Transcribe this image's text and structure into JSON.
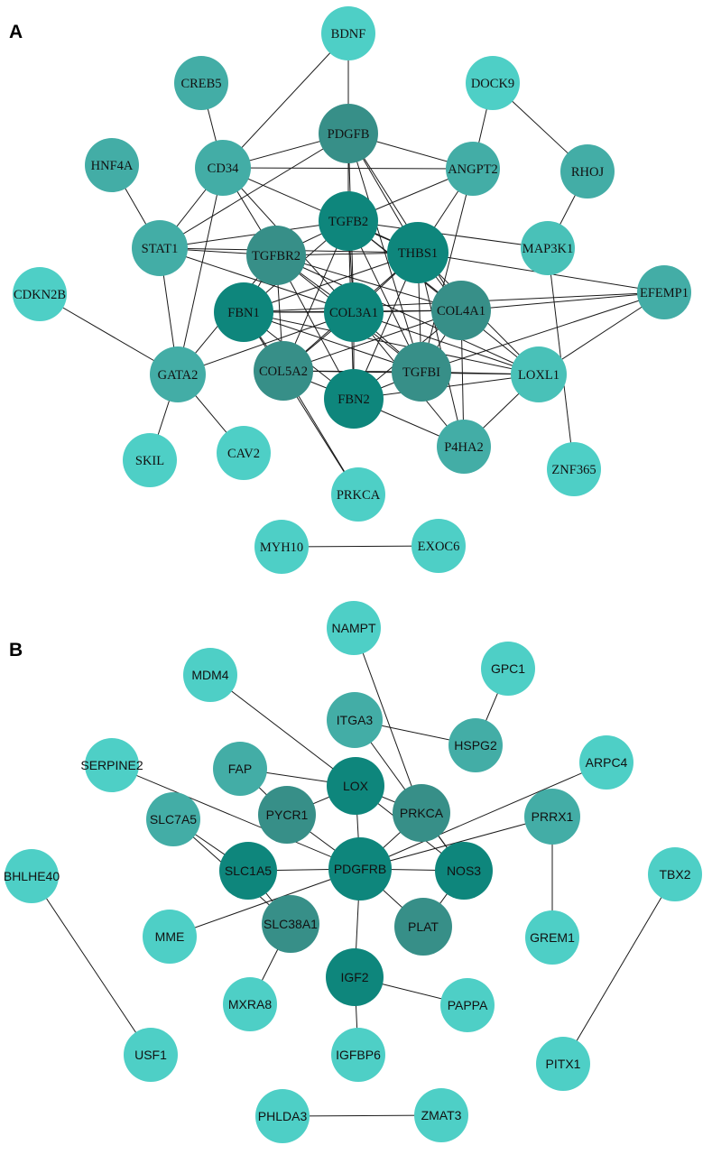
{
  "panels": [
    {
      "id": "A",
      "label": "A",
      "nodes": [
        {
          "id": "BDNF",
          "label": "BDNF",
          "tier": 0
        },
        {
          "id": "CREB5",
          "label": "CREB5",
          "tier": 2
        },
        {
          "id": "DOCK9",
          "label": "DOCK9",
          "tier": 0
        },
        {
          "id": "PDGFB",
          "label": "PDGFB",
          "tier": 3
        },
        {
          "id": "HNF4A",
          "label": "HNF4A",
          "tier": 2
        },
        {
          "id": "CD34",
          "label": "CD34",
          "tier": 2
        },
        {
          "id": "ANGPT2",
          "label": "ANGPT2",
          "tier": 2
        },
        {
          "id": "RHOJ",
          "label": "RHOJ",
          "tier": 2
        },
        {
          "id": "TGFB2",
          "label": "TGFB2",
          "tier": 4
        },
        {
          "id": "STAT1",
          "label": "STAT1",
          "tier": 2
        },
        {
          "id": "TGFBR2",
          "label": "TGFBR2",
          "tier": 3
        },
        {
          "id": "THBS1",
          "label": "THBS1",
          "tier": 4
        },
        {
          "id": "MAP3K1",
          "label": "MAP3K1",
          "tier": 1
        },
        {
          "id": "CDKN2B",
          "label": "CDKN2B",
          "tier": 0
        },
        {
          "id": "FBN1",
          "label": "FBN1",
          "tier": 4
        },
        {
          "id": "COL3A1",
          "label": "COL3A1",
          "tier": 4
        },
        {
          "id": "COL4A1",
          "label": "COL4A1",
          "tier": 3
        },
        {
          "id": "EFEMP1",
          "label": "EFEMP1",
          "tier": 2
        },
        {
          "id": "GATA2",
          "label": "GATA2",
          "tier": 2
        },
        {
          "id": "COL5A2",
          "label": "COL5A2",
          "tier": 3
        },
        {
          "id": "TGFBI",
          "label": "TGFBI",
          "tier": 3
        },
        {
          "id": "LOXL1",
          "label": "LOXL1",
          "tier": 1
        },
        {
          "id": "FBN2",
          "label": "FBN2",
          "tier": 4
        },
        {
          "id": "SKIL",
          "label": "SKIL",
          "tier": 0
        },
        {
          "id": "CAV2",
          "label": "CAV2",
          "tier": 0
        },
        {
          "id": "P4HA2",
          "label": "P4HA2",
          "tier": 2
        },
        {
          "id": "ZNF365",
          "label": "ZNF365",
          "tier": 0
        },
        {
          "id": "PRKCA",
          "label": "PRKCA",
          "tier": 0
        },
        {
          "id": "MYH10",
          "label": "MYH10",
          "tier": 0
        },
        {
          "id": "EXOC6",
          "label": "EXOC6",
          "tier": 0
        }
      ],
      "edges": [
        [
          "BDNF",
          "CD34"
        ],
        [
          "BDNF",
          "PDGFB"
        ],
        [
          "CREB5",
          "CD34"
        ],
        [
          "DOCK9",
          "ANGPT2"
        ],
        [
          "DOCK9",
          "RHOJ"
        ],
        [
          "RHOJ",
          "MAP3K1"
        ],
        [
          "HNF4A",
          "STAT1"
        ],
        [
          "CD34",
          "PDGFB"
        ],
        [
          "CD34",
          "ANGPT2"
        ],
        [
          "CD34",
          "STAT1"
        ],
        [
          "CD34",
          "GATA2"
        ],
        [
          "CD34",
          "TGFBR2"
        ],
        [
          "CD34",
          "THBS1"
        ],
        [
          "CD34",
          "COL3A1"
        ],
        [
          "PDGFB",
          "ANGPT2"
        ],
        [
          "PDGFB",
          "TGFB2"
        ],
        [
          "PDGFB",
          "THBS1"
        ],
        [
          "PDGFB",
          "COL3A1"
        ],
        [
          "PDGFB",
          "COL4A1"
        ],
        [
          "PDGFB",
          "STAT1"
        ],
        [
          "PDGFB",
          "TGFBI"
        ],
        [
          "ANGPT2",
          "TGFB2"
        ],
        [
          "ANGPT2",
          "THBS1"
        ],
        [
          "ANGPT2",
          "TGFBI"
        ],
        [
          "STAT1",
          "TGFBR2"
        ],
        [
          "STAT1",
          "TGFB2"
        ],
        [
          "STAT1",
          "GATA2"
        ],
        [
          "STAT1",
          "COL3A1"
        ],
        [
          "STAT1",
          "THBS1"
        ],
        [
          "TGFBR2",
          "TGFB2"
        ],
        [
          "TGFBR2",
          "THBS1"
        ],
        [
          "TGFBR2",
          "FBN1"
        ],
        [
          "TGFBR2",
          "COL3A1"
        ],
        [
          "TGFBR2",
          "COL5A2"
        ],
        [
          "TGFBR2",
          "FBN2"
        ],
        [
          "TGFBR2",
          "TGFBI"
        ],
        [
          "TGFBR2",
          "GATA2"
        ],
        [
          "TGFBR2",
          "LOXL1"
        ],
        [
          "TGFBR2",
          "COL4A1"
        ],
        [
          "TGFB2",
          "THBS1"
        ],
        [
          "TGFB2",
          "FBN1"
        ],
        [
          "TGFB2",
          "COL3A1"
        ],
        [
          "TGFB2",
          "COL4A1"
        ],
        [
          "TGFB2",
          "COL5A2"
        ],
        [
          "TGFB2",
          "TGFBI"
        ],
        [
          "TGFB2",
          "FBN2"
        ],
        [
          "TGFB2",
          "LOXL1"
        ],
        [
          "THBS1",
          "COL3A1"
        ],
        [
          "THBS1",
          "COL4A1"
        ],
        [
          "THBS1",
          "TGFBI"
        ],
        [
          "THBS1",
          "FBN2"
        ],
        [
          "THBS1",
          "COL5A2"
        ],
        [
          "THBS1",
          "FBN1"
        ],
        [
          "THBS1",
          "EFEMP1"
        ],
        [
          "THBS1",
          "LOXL1"
        ],
        [
          "THBS1",
          "P4HA2"
        ],
        [
          "MAP3K1",
          "TGFB2"
        ],
        [
          "MAP3K1",
          "ZNF365"
        ],
        [
          "CDKN2B",
          "GATA2"
        ],
        [
          "FBN1",
          "COL3A1"
        ],
        [
          "FBN1",
          "COL4A1"
        ],
        [
          "FBN1",
          "COL5A2"
        ],
        [
          "FBN1",
          "FBN2"
        ],
        [
          "FBN1",
          "TGFBI"
        ],
        [
          "FBN1",
          "LOXL1"
        ],
        [
          "FBN1",
          "EFEMP1"
        ],
        [
          "COL3A1",
          "COL4A1"
        ],
        [
          "COL3A1",
          "COL5A2"
        ],
        [
          "COL3A1",
          "TGFBI"
        ],
        [
          "COL3A1",
          "FBN2"
        ],
        [
          "COL3A1",
          "P4HA2"
        ],
        [
          "COL3A1",
          "LOXL1"
        ],
        [
          "COL4A1",
          "EFEMP1"
        ],
        [
          "COL4A1",
          "COL5A2"
        ],
        [
          "COL4A1",
          "FBN2"
        ],
        [
          "COL4A1",
          "TGFBI"
        ],
        [
          "COL4A1",
          "P4HA2"
        ],
        [
          "EFEMP1",
          "LOXL1"
        ],
        [
          "EFEMP1",
          "TGFBI"
        ],
        [
          "GATA2",
          "SKIL"
        ],
        [
          "GATA2",
          "CAV2"
        ],
        [
          "GATA2",
          "COL3A1"
        ],
        [
          "COL5A2",
          "TGFBI"
        ],
        [
          "COL5A2",
          "FBN2"
        ],
        [
          "COL5A2",
          "LOXL1"
        ],
        [
          "COL5A2",
          "PRKCA"
        ],
        [
          "TGFBI",
          "LOXL1"
        ],
        [
          "TGFBI",
          "FBN2"
        ],
        [
          "LOXL1",
          "P4HA2"
        ],
        [
          "FBN2",
          "P4HA2"
        ],
        [
          "FBN2",
          "LOXL1"
        ],
        [
          "PRKCA",
          "FBN1"
        ],
        [
          "MYH10",
          "EXOC6"
        ]
      ]
    },
    {
      "id": "B",
      "label": "B",
      "nodes": [
        {
          "id": "NAMPT",
          "label": "NAMPT",
          "tier": 0
        },
        {
          "id": "GPC1",
          "label": "GPC1",
          "tier": 0
        },
        {
          "id": "MDM4",
          "label": "MDM4",
          "tier": 0
        },
        {
          "id": "ITGA3",
          "label": "ITGA3",
          "tier": 2
        },
        {
          "id": "HSPG2",
          "label": "HSPG2",
          "tier": 2
        },
        {
          "id": "SERPINE2",
          "label": "SERPINE2",
          "tier": 0
        },
        {
          "id": "FAP",
          "label": "FAP",
          "tier": 2
        },
        {
          "id": "ARPC4",
          "label": "ARPC4",
          "tier": 0
        },
        {
          "id": "LOX",
          "label": "LOX",
          "tier": 4
        },
        {
          "id": "PYCR1",
          "label": "PYCR1",
          "tier": 3
        },
        {
          "id": "PRKCA",
          "label": "PRKCA",
          "tier": 3
        },
        {
          "id": "SLC7A5",
          "label": "SLC7A5",
          "tier": 2
        },
        {
          "id": "PRRX1",
          "label": "PRRX1",
          "tier": 2
        },
        {
          "id": "SLC1A5",
          "label": "SLC1A5",
          "tier": 4
        },
        {
          "id": "PDGFRB",
          "label": "PDGFRB",
          "tier": 4
        },
        {
          "id": "NOS3",
          "label": "NOS3",
          "tier": 4
        },
        {
          "id": "BHLHE40",
          "label": "BHLHE40",
          "tier": 0
        },
        {
          "id": "TBX2",
          "label": "TBX2",
          "tier": 0
        },
        {
          "id": "MME",
          "label": "MME",
          "tier": 0
        },
        {
          "id": "SLC38A1",
          "label": "SLC38A1",
          "tier": 3
        },
        {
          "id": "PLAT",
          "label": "PLAT",
          "tier": 3
        },
        {
          "id": "GREM1",
          "label": "GREM1",
          "tier": 0
        },
        {
          "id": "IGF2",
          "label": "IGF2",
          "tier": 4
        },
        {
          "id": "MXRA8",
          "label": "MXRA8",
          "tier": 0
        },
        {
          "id": "PAPPA",
          "label": "PAPPA",
          "tier": 0
        },
        {
          "id": "USF1",
          "label": "USF1",
          "tier": 0
        },
        {
          "id": "IGFBP6",
          "label": "IGFBP6",
          "tier": 0
        },
        {
          "id": "PITX1",
          "label": "PITX1",
          "tier": 0
        },
        {
          "id": "PHLDA3",
          "label": "PHLDA3",
          "tier": 0
        },
        {
          "id": "ZMAT3",
          "label": "ZMAT3",
          "tier": 0
        }
      ],
      "edges": [
        [
          "NAMPT",
          "PRKCA"
        ],
        [
          "GPC1",
          "HSPG2"
        ],
        [
          "ITGA3",
          "HSPG2"
        ],
        [
          "ITGA3",
          "NOS3"
        ],
        [
          "MDM4",
          "LOX"
        ],
        [
          "SERPINE2",
          "PDGFRB"
        ],
        [
          "ARPC4",
          "PDGFRB"
        ],
        [
          "FAP",
          "PYCR1"
        ],
        [
          "FAP",
          "LOX"
        ],
        [
          "PYCR1",
          "LOX"
        ],
        [
          "LOX",
          "PRKCA"
        ],
        [
          "LOX",
          "NOS3"
        ],
        [
          "LOX",
          "PDGFRB"
        ],
        [
          "PYCR1",
          "PDGFRB"
        ],
        [
          "PRKCA",
          "PDGFRB"
        ],
        [
          "PRKCA",
          "NOS3"
        ],
        [
          "SLC7A5",
          "SLC1A5"
        ],
        [
          "SLC7A5",
          "SLC38A1"
        ],
        [
          "SLC1A5",
          "SLC38A1"
        ],
        [
          "SLC1A5",
          "PDGFRB"
        ],
        [
          "PRRX1",
          "PDGFRB"
        ],
        [
          "PRRX1",
          "GREM1"
        ],
        [
          "PDGFRB",
          "NOS3"
        ],
        [
          "PDGFRB",
          "PLAT"
        ],
        [
          "PDGFRB",
          "MME"
        ],
        [
          "PDGFRB",
          "IGF2"
        ],
        [
          "NOS3",
          "PLAT"
        ],
        [
          "SLC38A1",
          "MXRA8"
        ],
        [
          "IGF2",
          "PAPPA"
        ],
        [
          "IGF2",
          "IGFBP6"
        ],
        [
          "BHLHE40",
          "USF1"
        ],
        [
          "TBX2",
          "PITX1"
        ],
        [
          "PHLDA3",
          "ZMAT3"
        ]
      ]
    }
  ]
}
